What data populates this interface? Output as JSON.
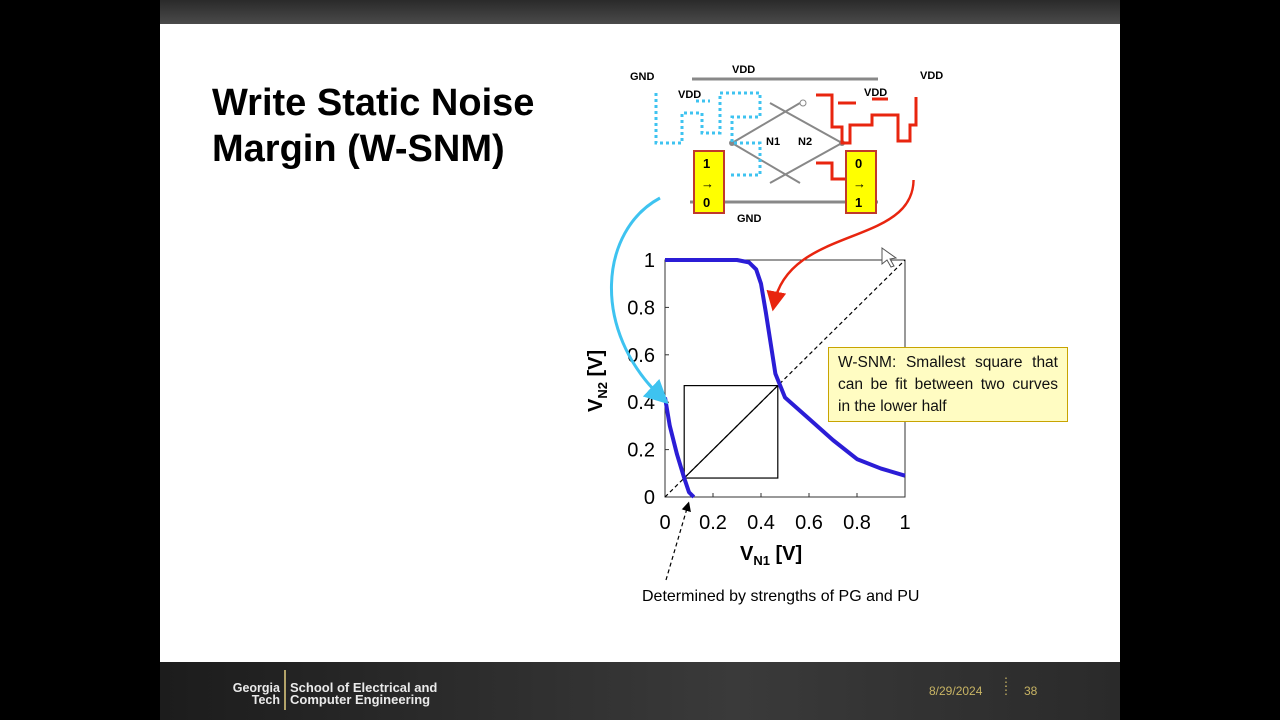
{
  "slide": {
    "title_line1": "Write Static Noise",
    "title_line2": "Margin (W-SNM)",
    "date": "8/29/2024",
    "page_number": "38",
    "logo": {
      "line1": "Georgia",
      "line2": "Tech",
      "school1": "School of Electrical and",
      "school2": "Computer Engineering"
    }
  },
  "circuit": {
    "labels": {
      "gnd_left": "GND",
      "vdd_top": "VDD",
      "vdd_left": "VDD",
      "vdd_right_mid": "VDD",
      "vdd_right": "VDD",
      "n1": "N1",
      "n2": "N2",
      "gnd_bottom": "GND"
    },
    "left_box": {
      "from": "1",
      "arrow": "→",
      "to": "0"
    },
    "right_box": {
      "from": "0",
      "arrow": "→",
      "to": "1"
    },
    "colors": {
      "left_path": "#3ec3f0",
      "right_path": "#e8250f",
      "box_fill": "#ffff00",
      "box_border": "#c0392b"
    }
  },
  "chart_data": {
    "type": "line",
    "xlabel": "V",
    "xlabel_sub": "N1",
    "xlabel_unit": " [V]",
    "ylabel": "V",
    "ylabel_sub": "N2",
    "ylabel_unit": " [V]",
    "xlim": [
      0,
      1
    ],
    "ylim": [
      0,
      1
    ],
    "xticks": [
      "0",
      "0.2",
      "0.4",
      "0.6",
      "0.8",
      "1"
    ],
    "yticks": [
      "0",
      "0.2",
      "0.4",
      "0.6",
      "0.8",
      "1"
    ],
    "series": [
      {
        "color": "#2b1dd6",
        "x": [
          0,
          0.2,
          0.3,
          0.35,
          0.38,
          0.4,
          0.42,
          0.44,
          0.46,
          0.5,
          0.6,
          0.7,
          0.8,
          0.9,
          1.0
        ],
        "y": [
          1.0,
          1.0,
          1.0,
          0.99,
          0.96,
          0.9,
          0.78,
          0.65,
          0.52,
          0.42,
          0.33,
          0.24,
          0.16,
          0.12,
          0.09
        ]
      },
      {
        "color": "#2b1dd6",
        "x": [
          0,
          0.02,
          0.05,
          0.08,
          0.1,
          0.12
        ],
        "y": [
          0.42,
          0.3,
          0.18,
          0.08,
          0.02,
          0.0
        ]
      }
    ],
    "diagonal": {
      "x": [
        0,
        1
      ],
      "y": [
        0,
        1
      ]
    },
    "snm_square": {
      "x0": 0.08,
      "y0": 0.08,
      "x1": 0.47,
      "y1": 0.47
    },
    "annotations": [
      "W-SNM: Smallest square that can be fit between two curves in the lower half",
      "Determined by strengths of PG and PU"
    ]
  }
}
